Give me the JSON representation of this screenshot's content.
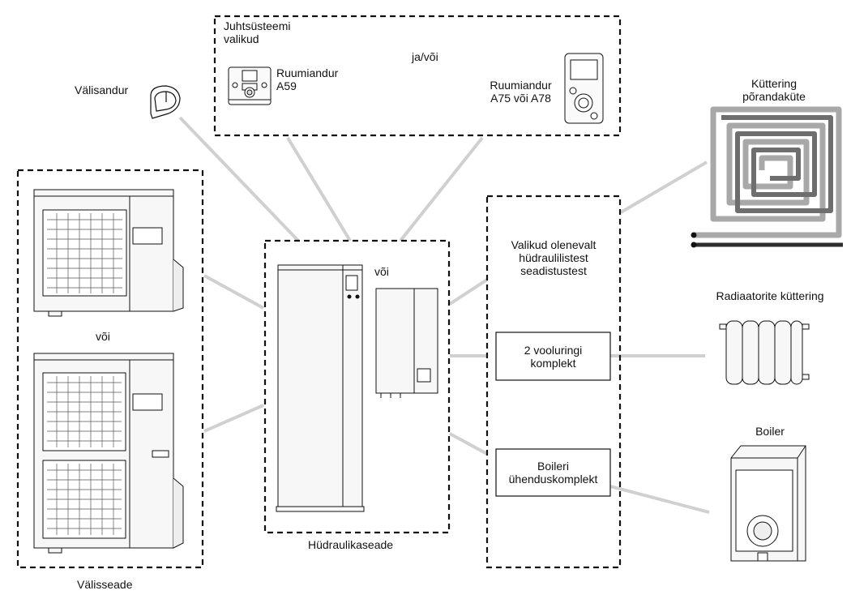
{
  "labels": {
    "control_options_title": "Juhtsüsteemi\nvalikud",
    "and_or": "ja/või",
    "room_sensor_a59": "Ruumiandur\nA59",
    "room_sensor_a75_a78": "Ruumiandur\nA75 või A78",
    "outdoor_sensor": "Välisandur",
    "or_outdoor": "või",
    "outdoor_unit": "Välisseade",
    "or_hydraulic": "või",
    "hydraulic_unit": "Hüdraulikaseade",
    "options_depending": "Valikud olenevalt\nhüdraulilistest\nseadistustest",
    "two_circuit_kit": "2 vooluringi\nkomplekt",
    "boiler_kit": "Boileri\nühenduskomplekt",
    "floor_heating": "Küttering\npõrandaküte",
    "radiator_heating": "Radiaatorite küttering",
    "boiler": "Boiler"
  },
  "colors": {
    "line": "#111111",
    "connector": "#d0d0d0",
    "coil_dark": "#2e2e2e",
    "coil_mid": "#6e6e6e",
    "coil_light": "#a8a8a8",
    "unit_fill": "#f7f7f7"
  }
}
